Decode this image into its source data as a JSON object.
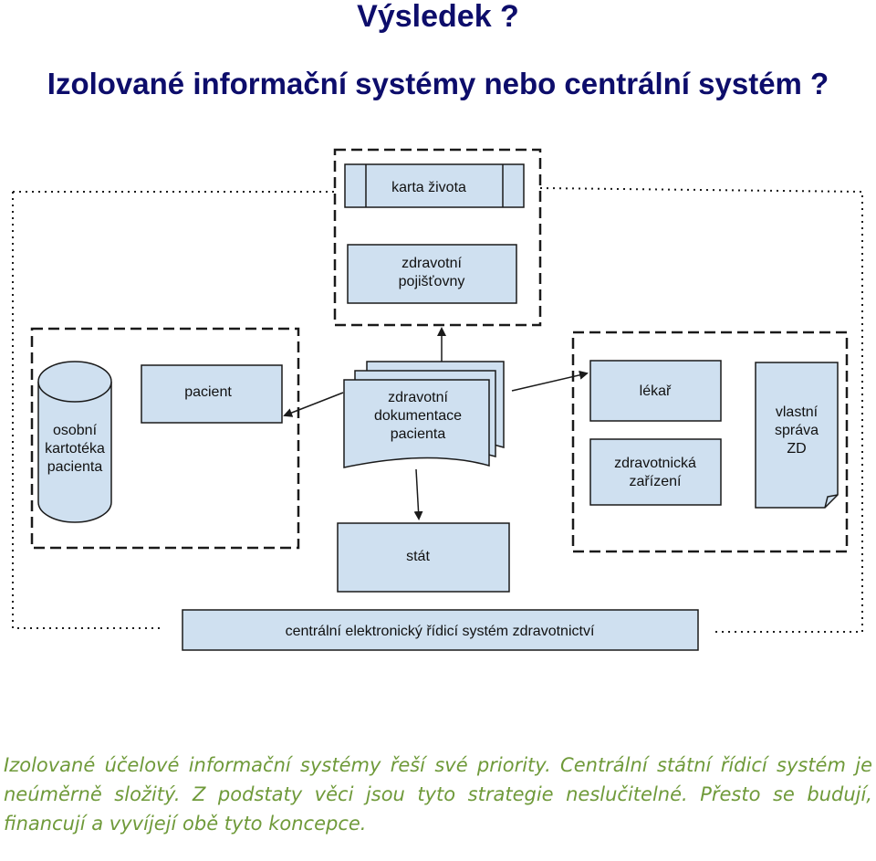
{
  "heading": {
    "title": "Výsledek ?",
    "subtitle": "Izolované informační systémy nebo centrální systém ?"
  },
  "diagram": {
    "nodes": {
      "karta": "karta života",
      "pojistovny": [
        "zdravotní",
        "pojišťovny"
      ],
      "pacient": "pacient",
      "kartoteka": [
        "osobní",
        "kartotéka",
        "pacienta"
      ],
      "dokumentace": [
        "zdravotní",
        "dokumentace",
        "pacienta"
      ],
      "lekar": "lékař",
      "zarizeni": [
        "zdravotnická",
        "zařízení"
      ],
      "sprava": [
        "vlastní",
        "správa",
        "ZD"
      ],
      "stat": "stát",
      "centralni": "centrální elektronický řídicí systém zdravotnictví"
    },
    "colors": {
      "box_fill": "#cfe0f0",
      "border": "#1a1a1a"
    }
  },
  "caption": {
    "text": "Izolované účelové informační systémy řeší své priority. Centrální státní řídicí systém je neúměrně složitý. Z podstaty věci jsou tyto strategie neslučitelné. Přesto se budují, financují a vyvíjejí obě tyto koncepce."
  }
}
